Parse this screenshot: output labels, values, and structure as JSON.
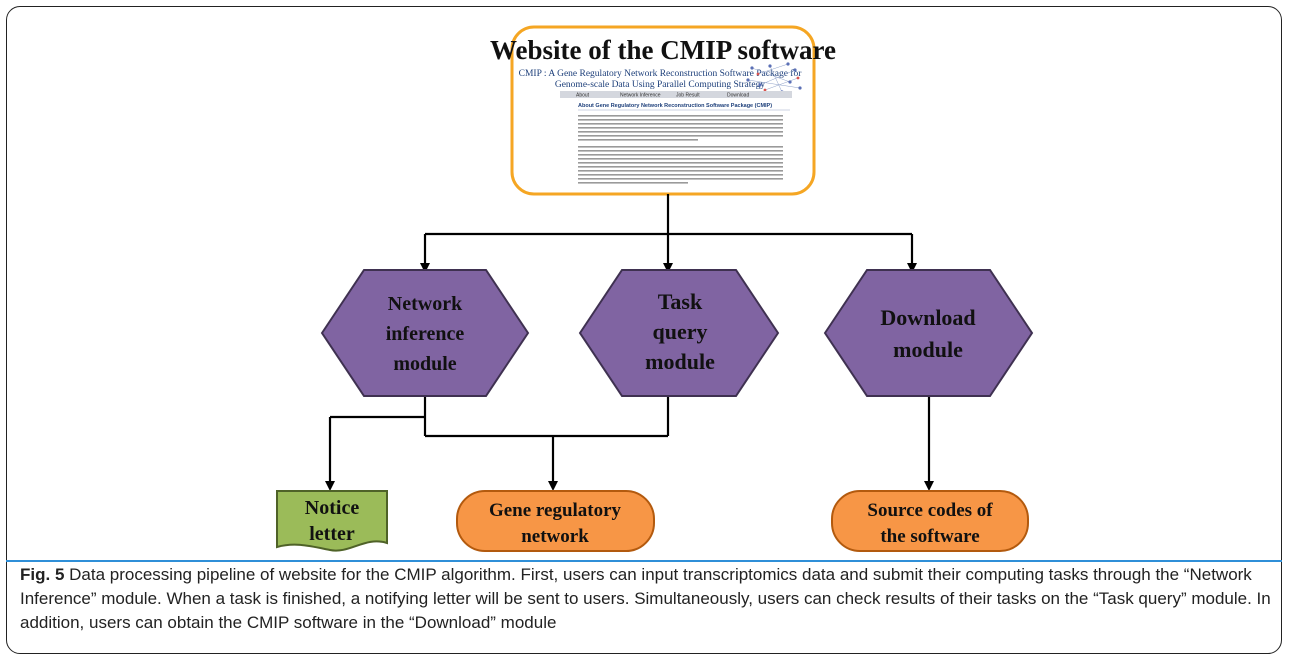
{
  "website": {
    "title": "Website of the  CMIP  software",
    "screenshot_heading_line1": "CMIP : A Gene Regulatory Network Reconstruction Software Package for",
    "screenshot_heading_line2": "Genome-scale Data Using Parallel Computing Strategy",
    "screenshot_nav": [
      "About",
      "Network Inference",
      "Job Result",
      "Download"
    ],
    "screenshot_section_title": "About Gene Regulatory Network Reconstruction Software Package (CMIP)"
  },
  "modules": {
    "network_inference": [
      "Network",
      "inference",
      "module"
    ],
    "task_query": [
      "Task",
      "query",
      "module"
    ],
    "download": [
      "Download",
      "module"
    ]
  },
  "outputs": {
    "notice_letter": [
      "Notice",
      "letter"
    ],
    "gene_network": [
      "Gene regulatory",
      "network"
    ],
    "source_codes": [
      "Source codes of",
      "the software"
    ]
  },
  "caption": {
    "label": "Fig. 5",
    "text": "Data processing pipeline of website for the CMIP algorithm. First, users can input transcriptomics data and submit their computing tasks through the “Network Inference” module. When a task is finished, a notifying letter will be sent to users. Simultaneously, users can check results of their tasks on the “Task query” module. In addition, users can obtain the CMIP software in the “Download” module"
  },
  "colors": {
    "hexagon_fill": "#8064a2",
    "hexagon_stroke": "#3f3151",
    "website_border": "#f5a623",
    "output_fill": "#f79646",
    "output_stroke": "#b35a0e",
    "notice_fill": "#9bbb59",
    "notice_stroke": "#4f6228",
    "caption_rule": "#2f8fd8"
  }
}
